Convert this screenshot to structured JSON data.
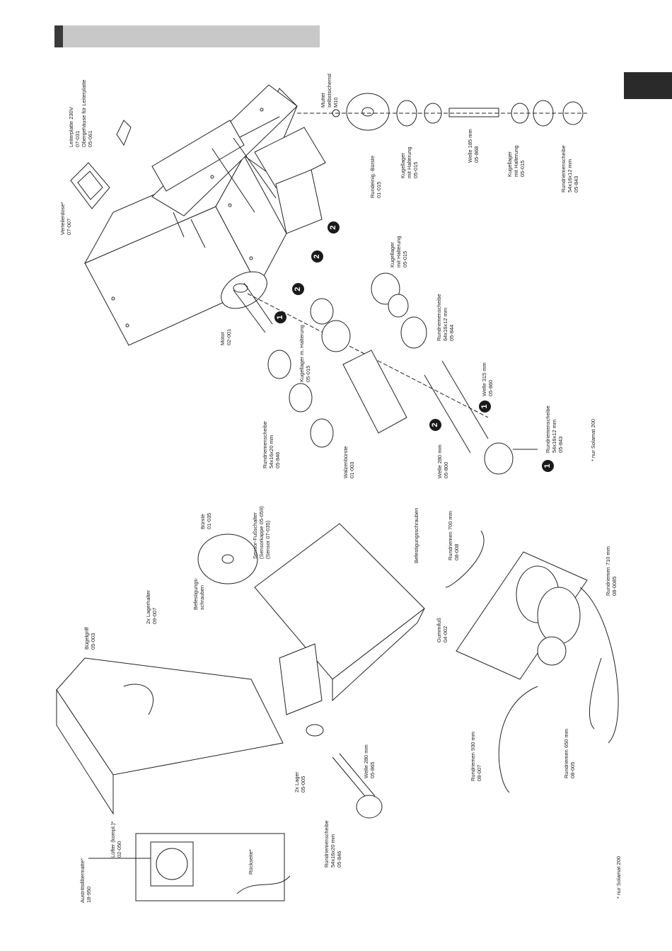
{
  "header": {
    "title": ""
  },
  "labels": {
    "verteilerdose": [
      "Verteilerdose*",
      "07-007"
    ],
    "leiterplatte": [
      "Leiterplatte 230V",
      "07-031",
      "Obergehäuse für Leiterplatte",
      "05-061"
    ],
    "mutter": [
      "Mutter",
      "selbstsichernd",
      "M10"
    ],
    "rundeinig_buerste": [
      "Rundeinig.-Bürste",
      "01-015"
    ],
    "kugellager_top": [
      "Kugellager",
      "mit Halterung",
      "05-015"
    ],
    "welle185": [
      "Welle 185 mm",
      "05-868"
    ],
    "kugellager_top2": [
      "Kugellager",
      "mit Halterung",
      "05-015"
    ],
    "rundriemenscheibe_top": [
      "Rundriemenscheibe",
      "54x16x12 mm",
      "05-843"
    ],
    "motor": [
      "Motor",
      "02-001"
    ],
    "kugellager_mid": [
      "Kugellager",
      "mit Halterung",
      "05-015"
    ],
    "kugellager_m": [
      "Kugellager m. Halterung",
      "05-015"
    ],
    "rundriemenscheibe_644": [
      "Rundriemenscheibe",
      "64x16x12 mm",
      "05-844"
    ],
    "rundriemenscheibe_5416": [
      "Rundriemenscheibe",
      "54x16x20 mm",
      "05-846"
    ],
    "walzenbuerste": [
      "Walzenbürste",
      "01-003"
    ],
    "welle315": [
      "Welle 315 mm",
      "05-860"
    ],
    "welle280_top": [
      "Welle 280 mm",
      "05-800"
    ],
    "rundriemenscheibe_5412": [
      "Rundriemenscheibe",
      "54x16x12 mm",
      "05-843"
    ],
    "nur_solamat_top": [
      "* nur Solamat 200"
    ],
    "buegelgriff": [
      "Bügelgriff",
      "05-003"
    ],
    "lagerhalter": [
      "2x Lagerhalter",
      "09-007"
    ],
    "befestigung_left": [
      "Befestigungs-",
      "schrauben"
    ],
    "buerste": [
      "Bürste",
      "01-035"
    ],
    "sensor": [
      "Sensor-Fußschalter",
      "(Sensorkappe 05-059)",
      "(Sensor 07-035)"
    ],
    "befestigung_right": [
      "Befestigungsschrauben"
    ],
    "rundriemen700": [
      "Rundriemen 700 mm",
      "08-008"
    ],
    "gummifuss": [
      "Gummifuß",
      "04-002"
    ],
    "rundriemen710": [
      "Rundriemen 710 mm",
      "08-0085"
    ],
    "lager2x": [
      "2x Lager",
      "05-005"
    ],
    "welle280_bottom": [
      "Welle 280 mm",
      "05-865"
    ],
    "rundriemenscheibe_bottom": [
      "Rundriemenscheibe",
      "54x16x20 mm",
      "05-846"
    ],
    "rundriemen930": [
      "Rundriemen 930 mm",
      "08-007"
    ],
    "rundriemen650": [
      "Rundriemen 650 mm",
      "08-005"
    ],
    "austritt": [
      "Austrittsfiltermatte*",
      "18-950"
    ],
    "luefter": [
      "Lüfter (kompl.)*",
      "02-050"
    ],
    "rueckseite": [
      "Rückseite*"
    ],
    "nur_solamat_bottom": [
      "* nur Solamat 200"
    ]
  },
  "badges": [
    "1",
    "2",
    "2",
    "2",
    "1",
    "2",
    "1"
  ]
}
